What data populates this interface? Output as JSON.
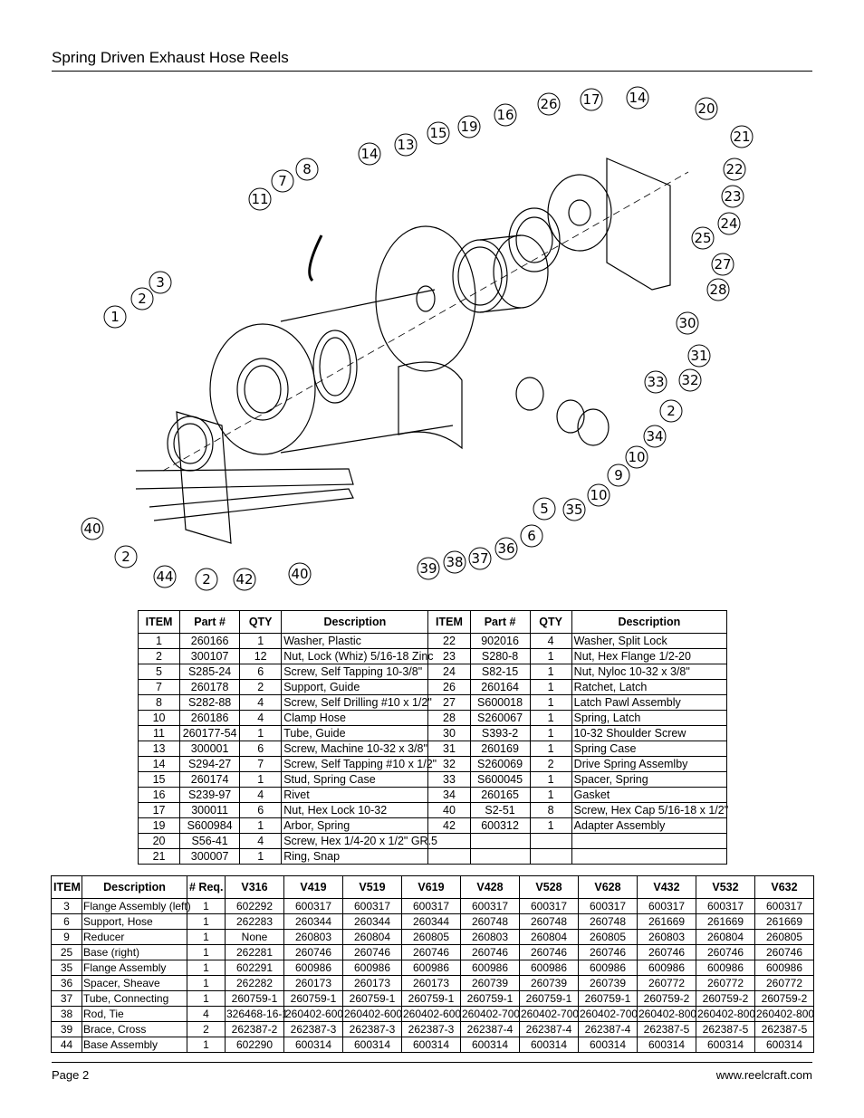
{
  "header": {
    "title": "Spring Driven Exhaust Hose Reels"
  },
  "diagram": {
    "callouts": [
      "1",
      "2",
      "3",
      "11",
      "7",
      "8",
      "14",
      "13",
      "15",
      "19",
      "16",
      "26",
      "17",
      "14",
      "20",
      "21",
      "22",
      "23",
      "24",
      "25",
      "27",
      "28",
      "30",
      "31",
      "32",
      "33",
      "2",
      "34",
      "10",
      "9",
      "10",
      "5",
      "35",
      "6",
      "36",
      "37",
      "38",
      "39",
      "40",
      "40",
      "2",
      "44",
      "2",
      "42"
    ]
  },
  "parts_table": {
    "headers": [
      "ITEM",
      "Part #",
      "QTY",
      "Description",
      "ITEM",
      "Part #",
      "QTY",
      "Description"
    ],
    "rows": [
      [
        "1",
        "260166",
        "1",
        "Washer, Plastic",
        "22",
        "902016",
        "4",
        "Washer, Split Lock"
      ],
      [
        "2",
        "300107",
        "12",
        "Nut, Lock (Whiz) 5/16-18 Zinc",
        "23",
        "S280-8",
        "1",
        "Nut, Hex Flange 1/2-20"
      ],
      [
        "5",
        "S285-24",
        "6",
        "Screw, Self Tapping 10-3/8\"",
        "24",
        "S82-15",
        "1",
        "Nut, Nyloc 10-32 x 3/8\""
      ],
      [
        "7",
        "260178",
        "2",
        "Support, Guide",
        "26",
        "260164",
        "1",
        "Ratchet, Latch"
      ],
      [
        "8",
        "S282-88",
        "4",
        "Screw, Self Drilling #10 x 1/2\"",
        "27",
        "S600018",
        "1",
        "Latch Pawl Assembly"
      ],
      [
        "10",
        "260186",
        "4",
        "Clamp Hose",
        "28",
        "S260067",
        "1",
        "Spring, Latch"
      ],
      [
        "11",
        "260177-54",
        "1",
        "Tube, Guide",
        "30",
        "S393-2",
        "1",
        "10-32 Shoulder Screw"
      ],
      [
        "13",
        "300001",
        "6",
        "Screw, Machine 10-32 x 3/8\"",
        "31",
        "260169",
        "1",
        "Spring Case"
      ],
      [
        "14",
        "S294-27",
        "7",
        "Screw, Self Tapping #10 x 1/2\"",
        "32",
        "S260069",
        "2",
        "Drive Spring Assemlby"
      ],
      [
        "15",
        "260174",
        "1",
        "Stud, Spring Case",
        "33",
        "S600045",
        "1",
        "Spacer, Spring"
      ],
      [
        "16",
        "S239-97",
        "4",
        "Rivet",
        "34",
        "260165",
        "1",
        "Gasket"
      ],
      [
        "17",
        "300011",
        "6",
        "Nut, Hex Lock 10-32",
        "40",
        "S2-51",
        "8",
        "Screw, Hex Cap 5/16-18 x 1/2\""
      ],
      [
        "19",
        "S600984",
        "1",
        "Arbor, Spring",
        "42",
        "600312",
        "1",
        "Adapter Assembly"
      ],
      [
        "20",
        "S56-41",
        "4",
        "Screw, Hex 1/4-20 x 1/2\" GR.5",
        "",
        "",
        "",
        ""
      ],
      [
        "21",
        "300007",
        "1",
        "Ring, Snap",
        "",
        "",
        "",
        ""
      ]
    ]
  },
  "model_table": {
    "headers": [
      "ITEM",
      "Description",
      "# Req.",
      "V316",
      "V419",
      "V519",
      "V619",
      "V428",
      "V528",
      "V628",
      "V432",
      "V532",
      "V632"
    ],
    "rows": [
      [
        "3",
        "Flange Assembly (left)",
        "1",
        "602292",
        "600317",
        "600317",
        "600317",
        "600317",
        "600317",
        "600317",
        "600317",
        "600317",
        "600317"
      ],
      [
        "6",
        "Support, Hose",
        "1",
        "262283",
        "260344",
        "260344",
        "260344",
        "260748",
        "260748",
        "260748",
        "261669",
        "261669",
        "261669"
      ],
      [
        "9",
        "Reducer",
        "1",
        "None",
        "260803",
        "260804",
        "260805",
        "260803",
        "260804",
        "260805",
        "260803",
        "260804",
        "260805"
      ],
      [
        "25",
        "Base (right)",
        "1",
        "262281",
        "260746",
        "260746",
        "260746",
        "260746",
        "260746",
        "260746",
        "260746",
        "260746",
        "260746"
      ],
      [
        "35",
        "Flange Assembly",
        "1",
        "602291",
        "600986",
        "600986",
        "600986",
        "600986",
        "600986",
        "600986",
        "600986",
        "600986",
        "600986"
      ],
      [
        "36",
        "Spacer, Sheave",
        "1",
        "262282",
        "260173",
        "260173",
        "260173",
        "260739",
        "260739",
        "260739",
        "260772",
        "260772",
        "260772"
      ],
      [
        "37",
        "Tube, Connecting",
        "1",
        "260759-1",
        "260759-1",
        "260759-1",
        "260759-1",
        "260759-1",
        "260759-1",
        "260759-1",
        "260759-2",
        "260759-2",
        "260759-2"
      ],
      [
        "38",
        "Rod, Tie",
        "4",
        "326468-16-1",
        "260402-600",
        "260402-600",
        "260402-600",
        "260402-700",
        "260402-700",
        "260402-700",
        "260402-800",
        "260402-800",
        "260402-800"
      ],
      [
        "39",
        "Brace, Cross",
        "2",
        "262387-2",
        "262387-3",
        "262387-3",
        "262387-3",
        "262387-4",
        "262387-4",
        "262387-4",
        "262387-5",
        "262387-5",
        "262387-5"
      ],
      [
        "44",
        "Base Assembly",
        "1",
        "602290",
        "600314",
        "600314",
        "600314",
        "600314",
        "600314",
        "600314",
        "600314",
        "600314",
        "600314"
      ]
    ]
  },
  "footer": {
    "page": "Page 2",
    "website": "www.reelcraft.com"
  }
}
